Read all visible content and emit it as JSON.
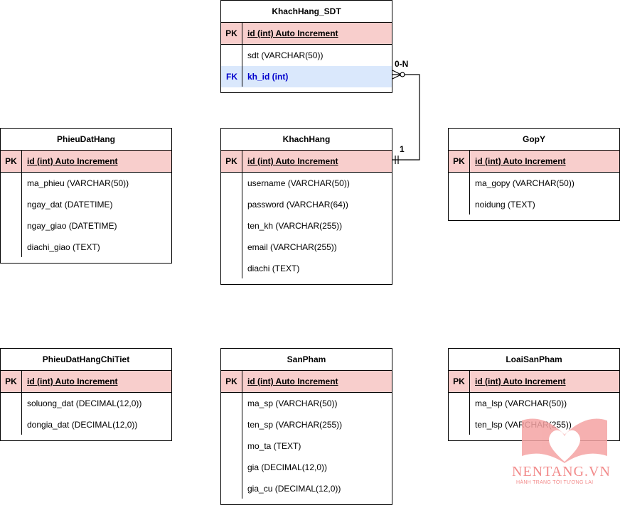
{
  "diagram": {
    "entities": {
      "khachhang_sdt": {
        "name": "KhachHang_SDT",
        "pk_label": "PK",
        "pk_field": "id (int) Auto Increment",
        "fields": [
          "sdt (VARCHAR(50))"
        ],
        "fk_label": "FK",
        "fk_field": "kh_id (int)"
      },
      "phieudathang": {
        "name": "PhieuDatHang",
        "pk_label": "PK",
        "pk_field": "id (int) Auto Increment",
        "fields": [
          "ma_phieu (VARCHAR(50))",
          "ngay_dat (DATETIME)",
          "ngay_giao (DATETIME)",
          "diachi_giao (TEXT)"
        ]
      },
      "khachhang": {
        "name": "KhachHang",
        "pk_label": "PK",
        "pk_field": "id (int) Auto Increment",
        "fields": [
          "username (VARCHAR(50))",
          "password (VARCHAR(64))",
          "ten_kh (VARCHAR(255))",
          "email (VARCHAR(255))",
          "diachi (TEXT)"
        ]
      },
      "gopy": {
        "name": "GopY",
        "pk_label": "PK",
        "pk_field": "id (int) Auto Increment",
        "fields": [
          "ma_gopy (VARCHAR(50))",
          "noidung (TEXT)"
        ]
      },
      "phieudathangchitiet": {
        "name": "PhieuDatHangChiTiet",
        "pk_label": "PK",
        "pk_field": "id (int) Auto Increment",
        "fields": [
          "soluong_dat (DECIMAL(12,0))",
          "dongia_dat (DECIMAL(12,0))"
        ]
      },
      "sanpham": {
        "name": "SanPham",
        "pk_label": "PK",
        "pk_field": "id (int) Auto Increment",
        "fields": [
          "ma_sp (VARCHAR(50))",
          "ten_sp (VARCHAR(255))",
          "mo_ta (TEXT)",
          "gia (DECIMAL(12,0))",
          "gia_cu (DECIMAL(12,0))"
        ]
      },
      "loaisanpham": {
        "name": "LoaiSanPham",
        "pk_label": "PK",
        "pk_field": "id (int) Auto Increment",
        "fields": [
          "ma_lsp (VARCHAR(50))",
          "ten_lsp (VARCHAR(255))"
        ]
      }
    },
    "relationship": {
      "many_label": "0-N",
      "one_label": "1"
    }
  },
  "watermark": {
    "brand": "NENTANG.VN",
    "tagline": "HÀNH TRANG TỚI TƯƠNG LAI",
    "color": "#f28b8b"
  },
  "colors": {
    "pk_fill": "#f8cecc",
    "fk_fill": "#dae8fc",
    "fk_text": "#0000cc"
  }
}
